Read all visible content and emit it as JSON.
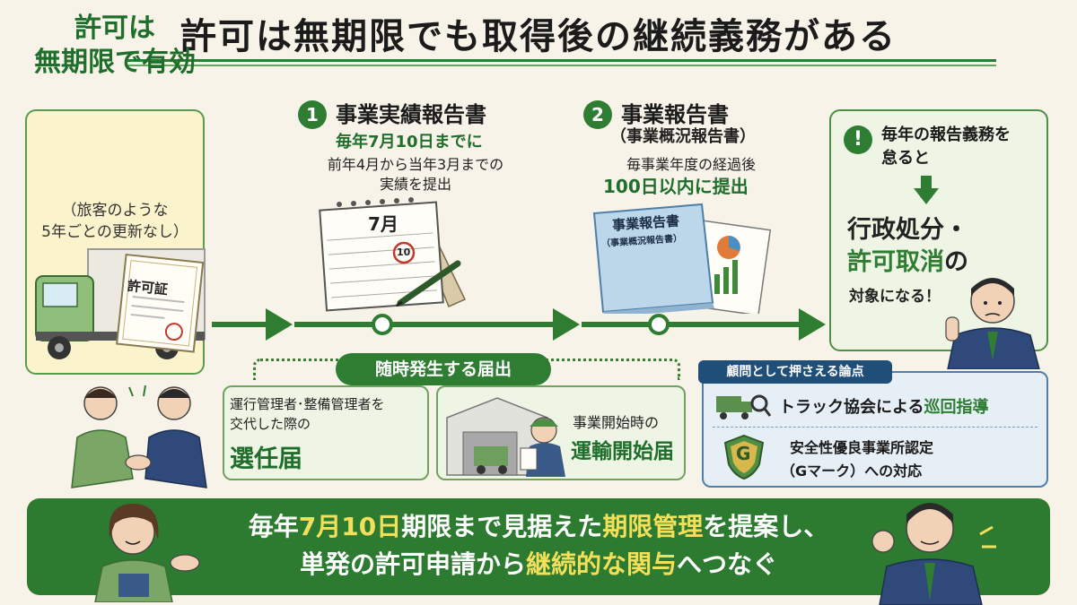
{
  "title": "許可は無期限でも取得後の継続義務がある",
  "permit": {
    "line1": "許可は",
    "line2": "無期限で有効",
    "note1": "（旅客のような",
    "note2": "5年ごとの更新なし）",
    "certificate_label": "許可証"
  },
  "step1": {
    "num": "1",
    "title": "事業実績報告書",
    "deadline": "毎年7月10日までに",
    "desc1": "前年4月から当年3月までの",
    "desc2": "実績を提出",
    "calendar_month": "7月",
    "calendar_day": "10"
  },
  "step2": {
    "num": "2",
    "title": "事業報告書",
    "subtitle": "（事業概況報告書）",
    "desc1": "毎事業年度の経過後",
    "deadline": "100日以内に提出",
    "doc_title": "事業報告書",
    "doc_sub": "（事業概況報告書）"
  },
  "warning": {
    "icon": "!",
    "line1": "毎年の報告義務を",
    "line2": "怠ると",
    "big1": "行政処分・",
    "big2a": "許可取消",
    "big2b": "の",
    "line3": "対象になる！"
  },
  "occasional": {
    "label": "随時発生する届出",
    "card1": {
      "line1": "運行管理者･整備管理者を",
      "line2": "交代した際の",
      "bold": "選任届"
    },
    "card2": {
      "line1": "事業開始時の",
      "bold": "運輸開始届"
    }
  },
  "advisor": {
    "label": "顧問として押さえる論点",
    "row1a": "トラック協会による",
    "row1b": "巡回指導",
    "row2a": "安全性優良事業所認定",
    "row2b": "（Gマーク）への対応",
    "g_mark": "G"
  },
  "banner": {
    "l1a": "毎年",
    "l1b": "7月10日",
    "l1c": "期限まで見据えた",
    "l1d": "期限管理",
    "l1e": "を提案し、",
    "l2a": "単発の許可申請から",
    "l2b": "継続的な関与",
    "l2c": "へつなぐ"
  },
  "colors": {
    "primary_green": "#2e7d32",
    "cream": "#fbf3cc",
    "advisor_blue": "#1f4e79",
    "highlight_yellow": "#f3e05a"
  }
}
